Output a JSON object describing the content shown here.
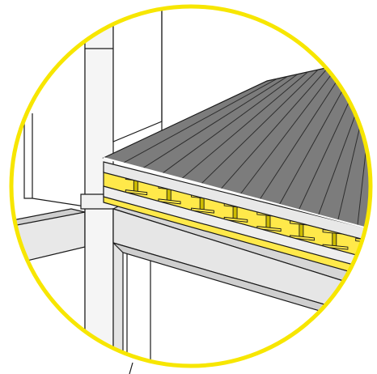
{
  "colors": {
    "background": "#ffffff",
    "outline": "#1a1a1a",
    "detail_circle": "#f7e600",
    "deck_surface": "#7c7c7c",
    "deck_board_line": "#2e2e2e",
    "deck_edge": "#e6e6e6",
    "joist_fill": "#ffe94a",
    "joist_dark": "#cdbb00",
    "beam_light": "#f0f0f0",
    "beam_mid": "#dcdcdc",
    "column_face": "#f5f5f5",
    "column_side": "#e4e4e4"
  },
  "structure": {
    "deck_board_count": 13,
    "joist_count": 8,
    "column_count": 2
  }
}
